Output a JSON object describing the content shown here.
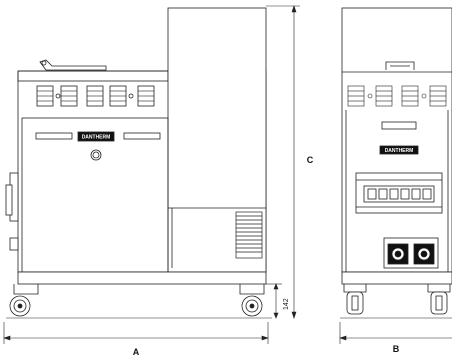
{
  "dimensions": {
    "a_label": "A",
    "b_label": "B",
    "c_label": "C",
    "height_value": "142"
  },
  "logo": {
    "text": "DANTHERM"
  },
  "colors": {
    "stroke": "#222222",
    "panel_fill": "#ffffff",
    "dark": "#111111",
    "shade": "#cfcfcf"
  }
}
